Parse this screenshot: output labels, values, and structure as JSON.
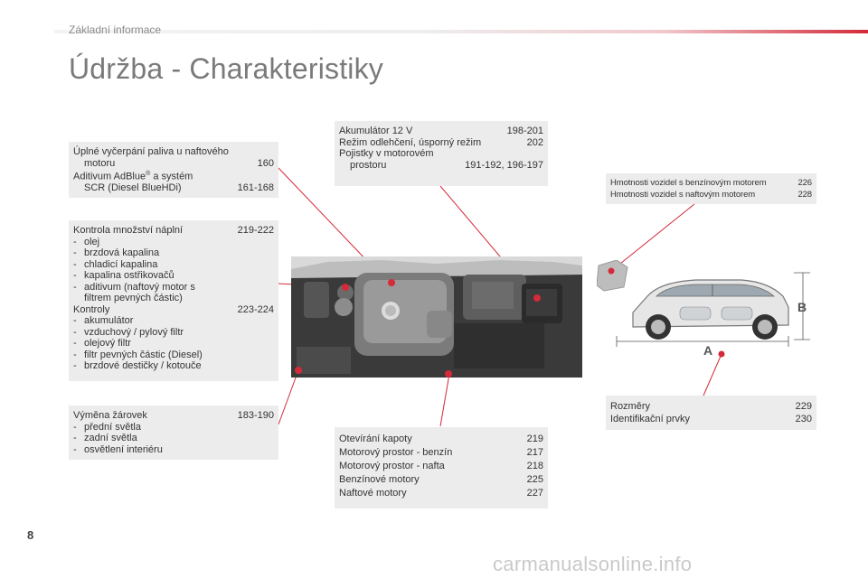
{
  "header": {
    "section": "Základní informace",
    "title": "Údržba - Charakteristiky"
  },
  "box_fuel": {
    "line1": "Úplné vyčerpání paliva u naftového",
    "line1b": "motoru",
    "line1_pages": "160",
    "line2a": "Aditivum AdBlue",
    "line2_reg": "®",
    "line2b": " a systém",
    "line3": "SCR (Diesel BlueHDi)",
    "line3_pages": "161-168"
  },
  "box_levels": {
    "heading": "Kontrola množství náplní",
    "heading_pages": "219-222",
    "items": [
      "olej",
      "brzdová kapalina",
      "chladicí kapalina",
      "kapalina ostřikovačů",
      "aditivum (naftový motor s",
      "filtrem pevných částic)"
    ],
    "checks_heading": "Kontroly",
    "checks_pages": "223-224",
    "checks": [
      "akumulátor",
      "vzduchový / pylový filtr",
      "olejový filtr",
      "filtr pevných částic (Diesel)",
      "brzdové destičky / kotouče"
    ]
  },
  "box_bulbs": {
    "heading": "Výměna žárovek",
    "heading_pages": "183-190",
    "items": [
      "přední světla",
      "zadní světla",
      "osvětlení interiéru"
    ]
  },
  "box_battery": {
    "l1": "Akumulátor 12 V",
    "l1_pages": "198-201",
    "l2": "Režim odlehčení, úsporný režim",
    "l2_pages": "202",
    "l3": "Pojistky v motorovém",
    "l4": "prostoru",
    "l4_pages": "191-192, 196-197"
  },
  "box_engine": {
    "rows": [
      {
        "label": "Otevírání kapoty",
        "pages": "219"
      },
      {
        "label": "Motorový prostor - benzín",
        "pages": "217"
      },
      {
        "label": "Motorový prostor - nafta",
        "pages": "218"
      },
      {
        "label": "Benzínové motory",
        "pages": "225"
      },
      {
        "label": "Naftové motory",
        "pages": "227"
      }
    ]
  },
  "box_weights": {
    "rows": [
      {
        "label": "Hmotnosti vozidel s benzínovým motorem",
        "pages": "226"
      },
      {
        "label": "Hmotnosti vozidel s naftovým motorem",
        "pages": "228"
      }
    ]
  },
  "box_dims": {
    "rows": [
      {
        "label": "Rozměry",
        "pages": "229"
      },
      {
        "label": "Identifikační prvky",
        "pages": "230"
      }
    ]
  },
  "car_labels": {
    "a": "A",
    "b": "B"
  },
  "page_number": "8",
  "watermark": "carmanualsonline.info",
  "colors": {
    "accent": "#d42a3a",
    "box": "#ececec",
    "title": "#7a7a7a"
  }
}
